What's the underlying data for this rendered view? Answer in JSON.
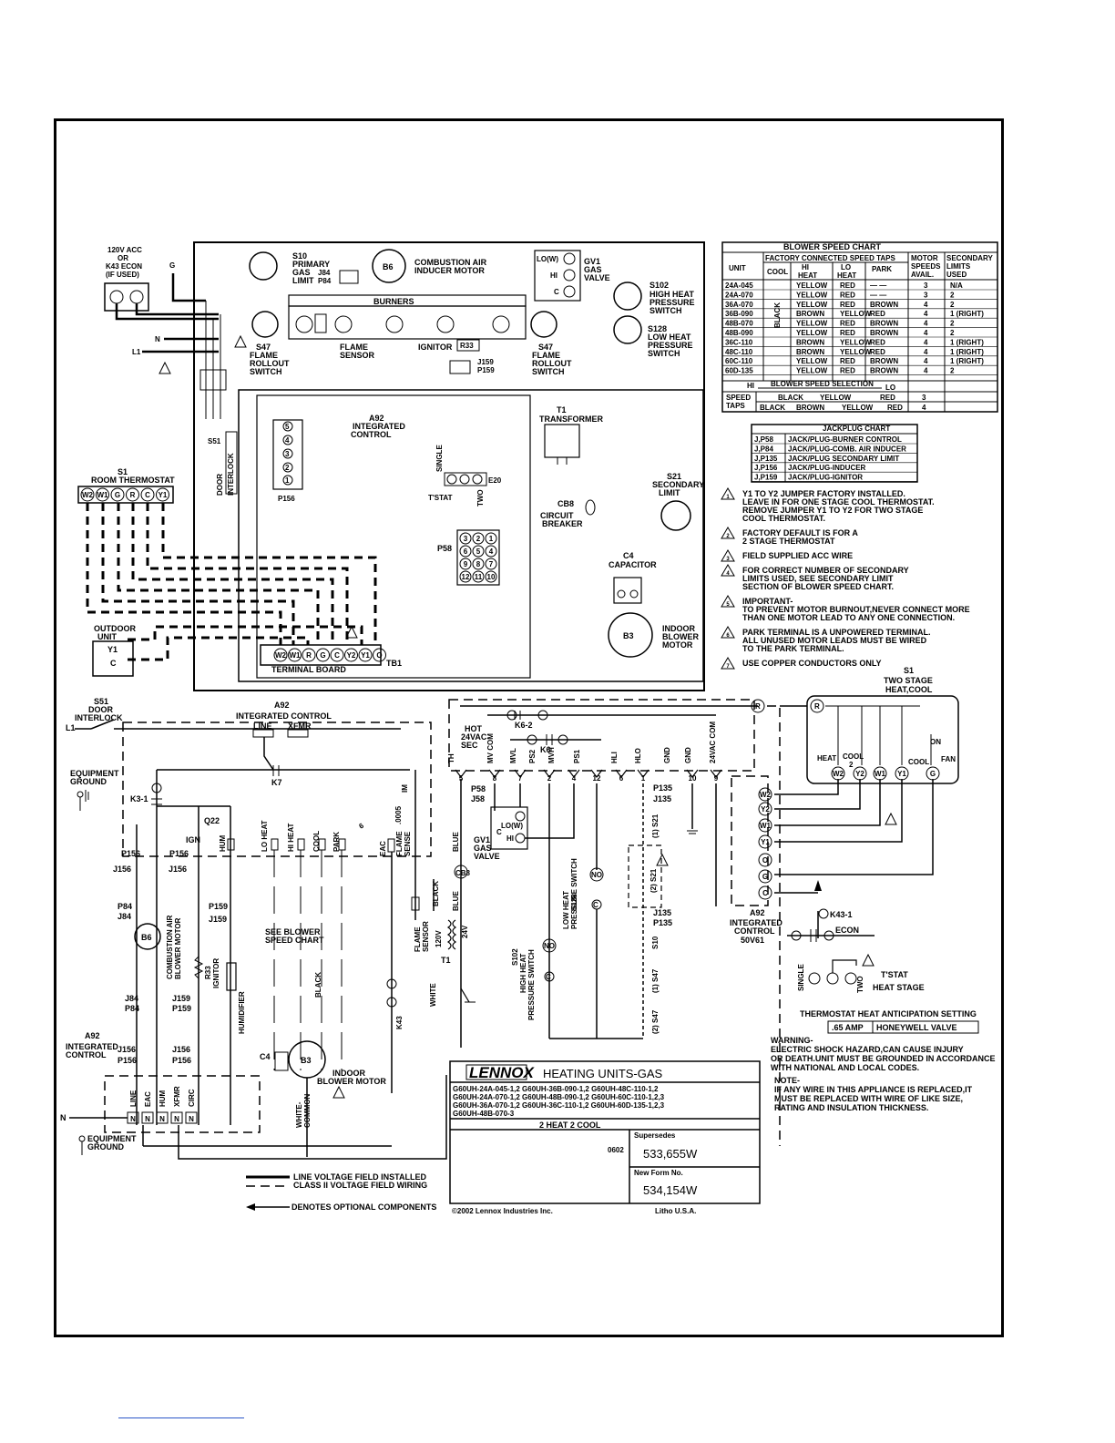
{
  "top_panel": {
    "acc_label": [
      "120V ACC",
      "OR",
      "K43 ECON",
      "(IF USED)"
    ],
    "ground": "G",
    "n": "N",
    "l1": "L1",
    "s10": [
      "S10",
      "PRIMARY",
      "GAS",
      "LIMIT"
    ],
    "j84": "J84",
    "p84": "P84",
    "b6": "B6",
    "inducer": [
      "COMBUSTION AIR",
      "INDUCER MOTOR"
    ],
    "gv1_terms": [
      "LO(W)",
      "HI",
      "C"
    ],
    "gv1": [
      "GV1",
      "GAS",
      "VALVE"
    ],
    "s102": [
      "S102",
      "HIGH HEAT",
      "PRESSURE",
      "SWITCH"
    ],
    "s128": [
      "S128",
      "LOW HEAT",
      "PRESSURE",
      "SWITCH"
    ],
    "burners": "BURNERS",
    "flame_sensor": [
      "FLAME",
      "SENSOR"
    ],
    "ignitor": "IGNITOR",
    "r33": "R33",
    "j159": "J159",
    "p159": "P159",
    "s47": [
      "S47",
      "FLAME",
      "ROLLOUT",
      "SWITCH"
    ],
    "s51": "S51",
    "door_interlock": [
      "DOOR",
      "INTERLOCK"
    ],
    "a92": [
      "A92",
      "INTEGRATED",
      "CONTROL"
    ],
    "t1": [
      "T1",
      "TRANSFORMER"
    ],
    "p156_pins": [
      "5",
      "4",
      "3",
      "2",
      "1"
    ],
    "p156": "P156",
    "single": "SINGLE",
    "two": "TWO",
    "tstat": "T'STAT",
    "e20": "E20",
    "cb8": [
      "CB8",
      "CIRCUIT",
      "BREAKER"
    ],
    "s21": [
      "S21",
      "SECONDARY",
      "LIMIT"
    ],
    "p58": "P58",
    "p58_pins": [
      "3",
      "2",
      "1",
      "6",
      "5",
      "4",
      "9",
      "8",
      "7",
      "12",
      "11",
      "10"
    ],
    "c4": [
      "C4",
      "CAPACITOR"
    ],
    "b3": "B3",
    "blower": [
      "INDOOR",
      "BLOWER",
      "MOTOR"
    ],
    "s1": [
      "S1",
      "ROOM THERMOSTAT"
    ],
    "stat_terms": [
      "W2",
      "W1",
      "G",
      "R",
      "C",
      "Y1"
    ],
    "outdoor": [
      "OUTDOOR",
      "UNIT"
    ],
    "outdoor_terms": [
      "Y1",
      "C"
    ],
    "tb1": "TB1",
    "tb_terms": [
      "W2",
      "W1",
      "R",
      "G",
      "C",
      "Y2",
      "Y1",
      "O"
    ],
    "terminal_board": "TERMINAL BOARD"
  },
  "blower_chart": {
    "title": "BLOWER SPEED CHART",
    "header_group": "FACTORY CONNECTED SPEED TAPS",
    "headers": [
      "UNIT",
      "COOL",
      "HI HEAT",
      "LO HEAT",
      "PARK",
      "MOTOR SPEEDS AVAIL.",
      "SECONDARY LIMITS USED"
    ],
    "cool_value": "BLACK",
    "rows": [
      [
        "24A-045",
        "YELLOW",
        "RED",
        "— —",
        "3",
        "N/A"
      ],
      [
        "24A-070",
        "YELLOW",
        "RED",
        "— —",
        "3",
        "2"
      ],
      [
        "36A-070",
        "YELLOW",
        "RED",
        "BROWN",
        "4",
        "2"
      ],
      [
        "36B-090",
        "BROWN",
        "YELLOW",
        "RED",
        "4",
        "1 (RIGHT)"
      ],
      [
        "48B-070",
        "YELLOW",
        "RED",
        "BROWN",
        "4",
        "2"
      ],
      [
        "48B-090",
        "YELLOW",
        "RED",
        "BROWN",
        "4",
        "2"
      ],
      [
        "36C-110",
        "BROWN",
        "YELLOW",
        "RED",
        "4",
        "1 (RIGHT)"
      ],
      [
        "48C-110",
        "BROWN",
        "YELLOW",
        "RED",
        "4",
        "1 (RIGHT)"
      ],
      [
        "60C-110",
        "YELLOW",
        "RED",
        "BROWN",
        "4",
        "1 (RIGHT)"
      ],
      [
        "60D-135",
        "YELLOW",
        "RED",
        "BROWN",
        "4",
        "2"
      ]
    ],
    "selection_hi": "HI",
    "selection": "BLOWER SPEED SELECTION",
    "selection_lo": "LO",
    "taps_label": [
      "SPEED",
      "TAPS"
    ],
    "taps_rows": [
      [
        "BLACK",
        "YELLOW",
        "RED",
        "3"
      ],
      [
        "BLACK",
        "BROWN",
        "YELLOW",
        "RED",
        "4"
      ]
    ]
  },
  "jackplug_chart": {
    "title": "JACKPLUG CHART",
    "rows": [
      [
        "J,P58",
        "JACK/PLUG-BURNER CONTROL"
      ],
      [
        "J,P84",
        "JACK/PLUG-COMB. AIR INDUCER"
      ],
      [
        "J,P135",
        "JACK/PLUG SECONDARY LIMIT"
      ],
      [
        "J,P156",
        "JACK/PLUG-INDUCER"
      ],
      [
        "J,P159",
        "JACK/PLUG-IGNITOR"
      ]
    ]
  },
  "notes": [
    {
      "num": "1",
      "lines": [
        "Y1 TO Y2 JUMPER FACTORY INSTALLED.",
        "LEAVE IN FOR ONE STAGE COOL THERMOSTAT.",
        "REMOVE JUMPER Y1 TO Y2 FOR TWO STAGE",
        "COOL THERMOSTAT."
      ]
    },
    {
      "num": "2",
      "lines": [
        "FACTORY DEFAULT IS FOR A",
        "2 STAGE THERMOSTAT"
      ]
    },
    {
      "num": "3",
      "lines": [
        "FIELD SUPPLIED ACC WIRE"
      ]
    },
    {
      "num": "4",
      "lines": [
        "FOR CORRECT NUMBER OF SECONDARY",
        "LIMITS USED, SEE SECONDARY LIMIT",
        "SECTION OF BLOWER SPEED CHART."
      ]
    },
    {
      "num": "5",
      "lines": [
        "IMPORTANT-",
        "TO PREVENT MOTOR BURNOUT,NEVER CONNECT MORE",
        "THAN ONE MOTOR LEAD TO ANY ONE CONNECTION."
      ]
    },
    {
      "num": "6",
      "lines": [
        "PARK TERMINAL IS A UNPOWERED TERMINAL.",
        "ALL UNUSED MOTOR LEADS MUST BE WIRED",
        "TO THE PARK TERMINAL."
      ]
    },
    {
      "num": "7",
      "lines": [
        "USE COPPER CONDUCTORS ONLY"
      ]
    }
  ],
  "ladder": {
    "s51": [
      "S51",
      "DOOR",
      "INTERLOCK"
    ],
    "l1": "L1",
    "a92": [
      "A92",
      "INTEGRATED CONTROL"
    ],
    "line": "LINE",
    "xfmr": "XFMR",
    "equip_ground": [
      "EQUIPMENT",
      "GROUND"
    ],
    "k7": "K7",
    "k3_1": "K3-1",
    "q22": "Q22",
    "ign": "IGN",
    "hum": "HUM",
    "lo_heat": "LO HEAT",
    "hi_heat": "HI HEAT",
    "cool": "COOL",
    "park": "PARK",
    "eac": "EAC",
    "flame_sense": [
      "FLAME",
      "SENSE"
    ],
    "val_0005": ".0005",
    "im": "IM",
    "p156": "P156",
    "j156": "J156",
    "p84": "P84",
    "j84": "J84",
    "p159": "P159",
    "j159": "J159",
    "b6": "B6",
    "comb_air": [
      "COMBUSTION AIR",
      "BLOWER MOTOR"
    ],
    "r33": "R33",
    "ignitor": "IGNITOR",
    "humidifier": "HUMIDIFIER",
    "see_chart": [
      "SEE BLOWER",
      "SPEED CHART"
    ],
    "black": "BLACK",
    "k43": "K43",
    "flame_sensor": [
      "FLAME",
      "SENSOR"
    ],
    "white": "WHITE",
    "c4": "C4",
    "b3": "B3",
    "indoor_blower": [
      "INDOOR",
      "BLOWER MOTOR"
    ],
    "white_common": [
      "WHITE-",
      "COMMON"
    ],
    "a92_b": [
      "A92",
      "INTEGRATED",
      "CONTROL"
    ],
    "j156_b": "J156",
    "p156_b": "P156",
    "n": "N",
    "bottom_terms": [
      "LINE",
      "EAC",
      "HUM",
      "XFMR",
      "CIRC"
    ],
    "equip_ground_b": [
      "EQUIPMENT",
      "GROUND"
    ]
  },
  "low_voltage": {
    "r": "R",
    "k6_2": "K6-2",
    "k6": "K6",
    "hot_sec": [
      "HOT",
      "24VAC",
      "SEC"
    ],
    "pin_labels": [
      "TH",
      "MV COM",
      "MVL",
      "PS2",
      "MVH",
      "PS1",
      "HLI",
      "HLO",
      "GND",
      "GND",
      "24VAC COM"
    ],
    "pin_nums": [
      "5",
      "8",
      "7",
      "2",
      "4",
      "12",
      "6",
      "1",
      "10",
      "9"
    ],
    "p58": "P58",
    "j58": "J58",
    "gv1": [
      "GV1",
      "GAS",
      "VALVE"
    ],
    "gv1_terms": [
      "LO(W)",
      "HI",
      "C"
    ],
    "blue": "BLUE",
    "cb8": "CB8",
    "black": "BLACK",
    "v120": "120V",
    "v24": "24V",
    "t1": "T1",
    "white": "WHITE",
    "no": "NO",
    "c": "C",
    "s128": [
      "S128",
      "LOW HEAT",
      "PRESSURE SWITCH"
    ],
    "s102": [
      "S102",
      "HIGH HEAT",
      "PRESSURE SWITCH"
    ],
    "p135": "P135",
    "j135": "J135",
    "s21_1": "(1) S21",
    "s21_2": "(2) S21",
    "s10": "S10",
    "s47_1": "(1) S47",
    "s47_2": "(2) S47",
    "a92": [
      "A92",
      "INTEGRATED",
      "CONTROL",
      "50V61"
    ],
    "a92_terms": [
      "W2",
      "Y2",
      "W1",
      "Y1",
      "O",
      "G",
      "C"
    ],
    "s1": [
      "S1",
      "TWO STAGE",
      "HEAT,COOL"
    ],
    "s1_labels": [
      "R",
      "ON",
      "FAN",
      "HEAT",
      "COOL 2",
      "COOL"
    ],
    "s1_terms": [
      "W2",
      "Y2",
      "W1",
      "Y1",
      "G"
    ],
    "k43_1": "K43-1",
    "econ": "ECON",
    "tstat": "T'STAT",
    "heat_stage": "HEAT STAGE",
    "single": "SINGLE",
    "two": "TWO"
  },
  "anticipation": {
    "title": "THERMOSTAT HEAT ANTICIPATION SETTING",
    "amp": ".65 AMP",
    "valve": "HONEYWELL VALVE"
  },
  "warning": [
    "WARNING-",
    "ELECTRIC SHOCK HAZARD,CAN CAUSE INJURY",
    "OR DEATH.UNIT MUST BE GROUNDED IN ACCORDANCE",
    "WITH NATIONAL AND LOCAL CODES."
  ],
  "note": [
    "NOTE-",
    "IF ANY WIRE IN THIS APPLIANCE IS REPLACED,IT",
    "MUST BE REPLACED WITH WIRE OF LIKE SIZE,",
    "RATING AND INSULATION THICKNESS."
  ],
  "title_block": {
    "brand": "LENNOX",
    "title": "HEATING UNITS-GAS",
    "models": [
      "G60UH-24A-045-1,2   G60UH-36B-090-1,2   G60UH-48C-110-1,2",
      "G60UH-24A-070-1,2   G60UH-48B-090-1,2   G60UH-60C-110-1,2,3",
      "G60UH-36A-070-1,2   G60UH-36C-110-1,2   G60UH-60D-135-1,2,3",
      "G60UH-48B-070-3"
    ],
    "subtitle": "2 HEAT 2 COOL",
    "date": "0602",
    "supersedes_label": "Supersedes",
    "supersedes": "533,655W",
    "new_form_label": "New Form No.",
    "new_form": "534,154W",
    "copyright": "©2002 Lennox Industries Inc.",
    "litho": "Litho U.S.A."
  },
  "legend": {
    "line_voltage": "LINE VOLTAGE FIELD INSTALLED",
    "class2": "CLASS II VOLTAGE FIELD WIRING",
    "optional": "DENOTES OPTIONAL COMPONENTS"
  }
}
